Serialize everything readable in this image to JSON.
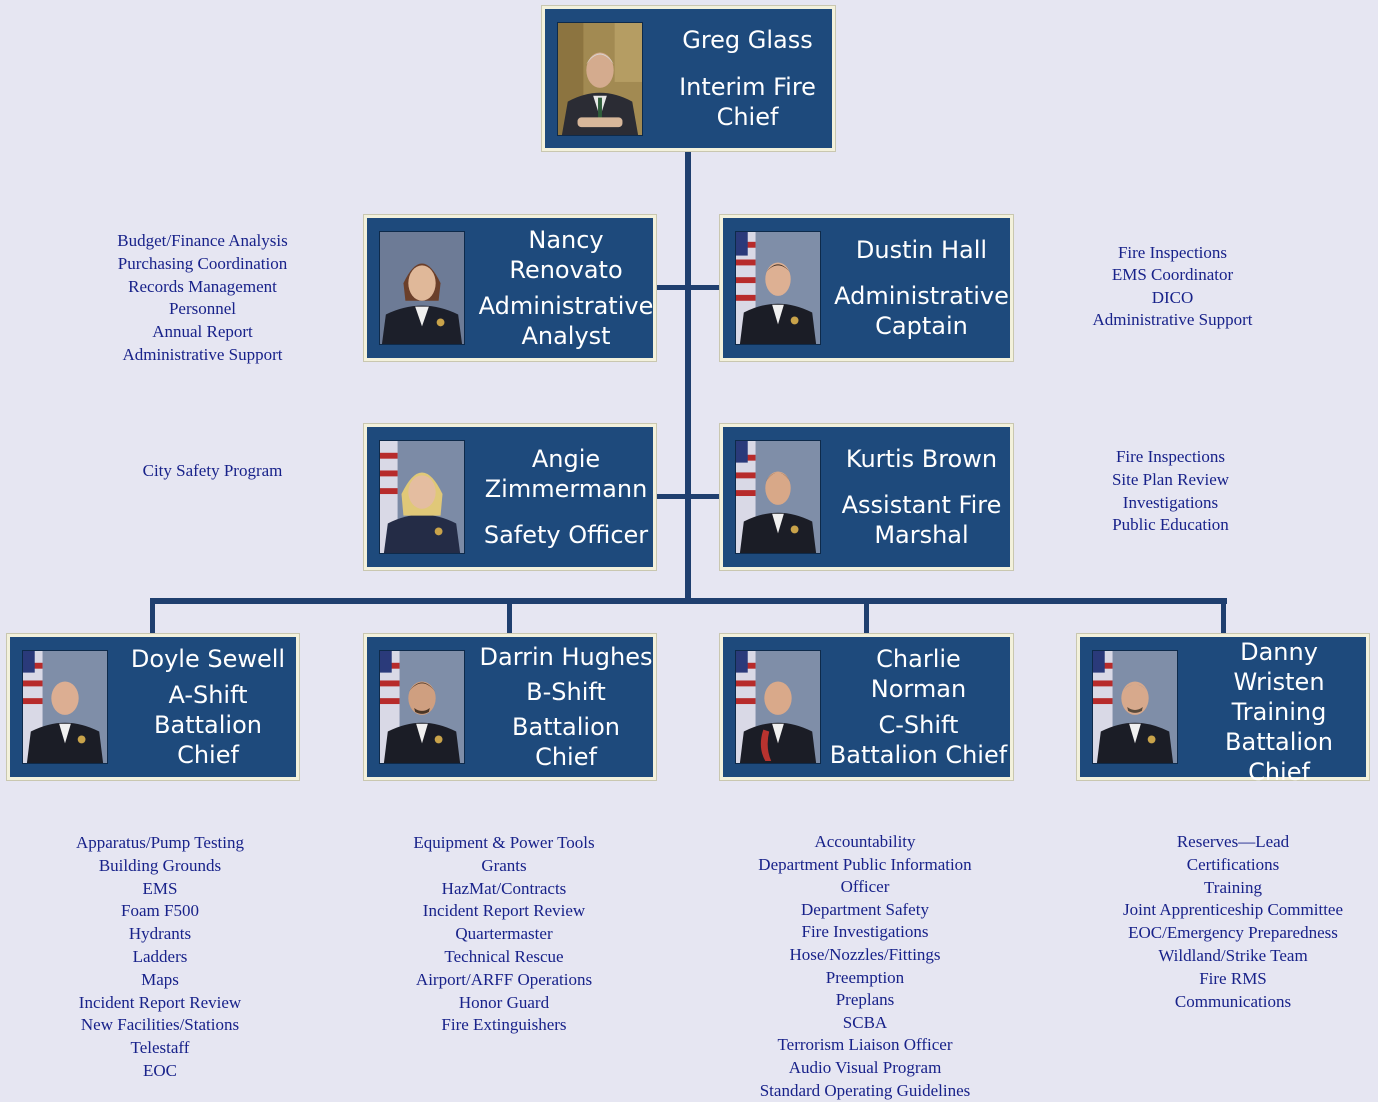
{
  "chief": {
    "name": "Greg Glass",
    "title": "Interim Fire Chief"
  },
  "staff": [
    {
      "name": "Nancy Renovato",
      "title": "Administrative Analyst"
    },
    {
      "name": "Dustin Hall",
      "title": "Administrative Captain"
    },
    {
      "name": "Angie Zimmermann",
      "title": "Safety Officer"
    },
    {
      "name": "Kurtis Brown",
      "title": "Assistant Fire Marshal"
    }
  ],
  "chiefs": [
    {
      "name": "Doyle Sewell",
      "shift": "A-Shift",
      "title": "Battalion Chief"
    },
    {
      "name": "Darrin Hughes",
      "shift": "B-Shift",
      "title": "Battalion Chief"
    },
    {
      "name": "Charlie Norman",
      "shift": "C-Shift",
      "title": "Battalion Chief"
    },
    {
      "name": "Danny Wristen",
      "shift": "Training",
      "title": "Battalion Chief"
    }
  ],
  "duties": {
    "analyst": [
      "Budget/Finance Analysis",
      "Purchasing Coordination",
      "Records Management",
      "Personnel",
      "Annual Report",
      "Administrative Support"
    ],
    "captain": [
      "Fire Inspections",
      "EMS Coordinator",
      "DICO",
      "Administrative Support"
    ],
    "safety": [
      "City Safety Program"
    ],
    "marshal": [
      "Fire Inspections",
      "Site Plan Review",
      "Investigations",
      "Public Education"
    ],
    "a_shift": [
      "Apparatus/Pump Testing",
      "Building Grounds",
      "EMS",
      "Foam F500",
      "Hydrants",
      "Ladders",
      "Maps",
      "Incident Report Review",
      "New Facilities/Stations",
      "Telestaff",
      "EOC"
    ],
    "b_shift": [
      "Equipment & Power Tools",
      "Grants",
      "HazMat/Contracts",
      "Incident Report Review",
      "Quartermaster",
      "Technical Rescue",
      "Airport/ARFF Operations",
      "Honor Guard",
      "Fire Extinguishers"
    ],
    "c_shift": [
      "Accountability",
      "Department Public Information",
      "Officer",
      "Department Safety",
      "Fire Investigations",
      "Hose/Nozzles/Fittings",
      "Preemption",
      "Preplans",
      "SCBA",
      "Terrorism Liaison Officer",
      "Audio Visual Program",
      "Standard Operating Guidelines"
    ],
    "training": [
      "Reserves—Lead",
      "Certifications",
      "Training",
      "Joint Apprenticeship Committee",
      "EOC/Emergency Preparedness",
      "Wildland/Strike Team",
      "Fire RMS",
      "Communications"
    ]
  },
  "colors": {
    "card": "#1e4a7c",
    "card_border": "#f3f1dc",
    "connector": "#1f3f6f",
    "note_text": "#18228a",
    "background": "#e6e6f2"
  }
}
